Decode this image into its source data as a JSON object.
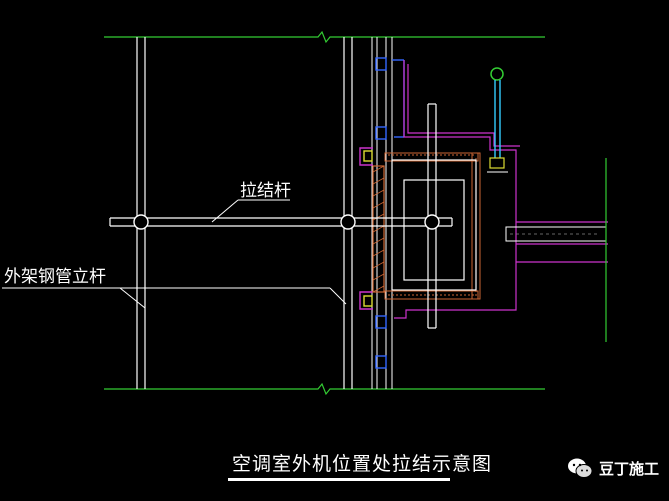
{
  "labels": {
    "tie_rod": "拉结杆",
    "scaffold_pole": "外架钢管立杆"
  },
  "caption": "空调室外机位置处拉结示意图",
  "watermark": {
    "brand": "豆丁施工",
    "icon": "wechat-icon"
  },
  "colors": {
    "background": "#000000",
    "scaffold": "#ffffff",
    "break_lines": "#33cc33",
    "insulation": "#cc33cc",
    "frame": "#3366ff",
    "rod": "#33ccff",
    "brick": "#cc6633",
    "yellow": "#dddd33"
  }
}
